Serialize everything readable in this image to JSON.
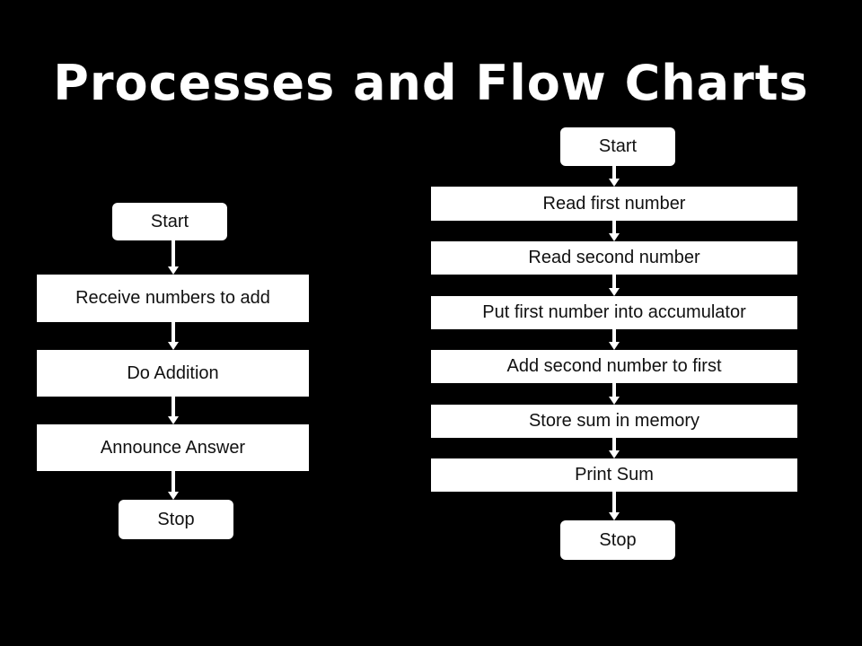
{
  "title": "Processes and Flow Charts",
  "left_flow": {
    "start": "Start",
    "steps": [
      "Receive numbers to add",
      "Do Addition",
      "Announce Answer"
    ],
    "stop": "Stop"
  },
  "right_flow": {
    "start": "Start",
    "steps": [
      "Read first number",
      "Read second number",
      "Put first number into accumulator",
      "Add second number to first",
      "Store sum in memory",
      "Print Sum"
    ],
    "stop": "Stop"
  }
}
